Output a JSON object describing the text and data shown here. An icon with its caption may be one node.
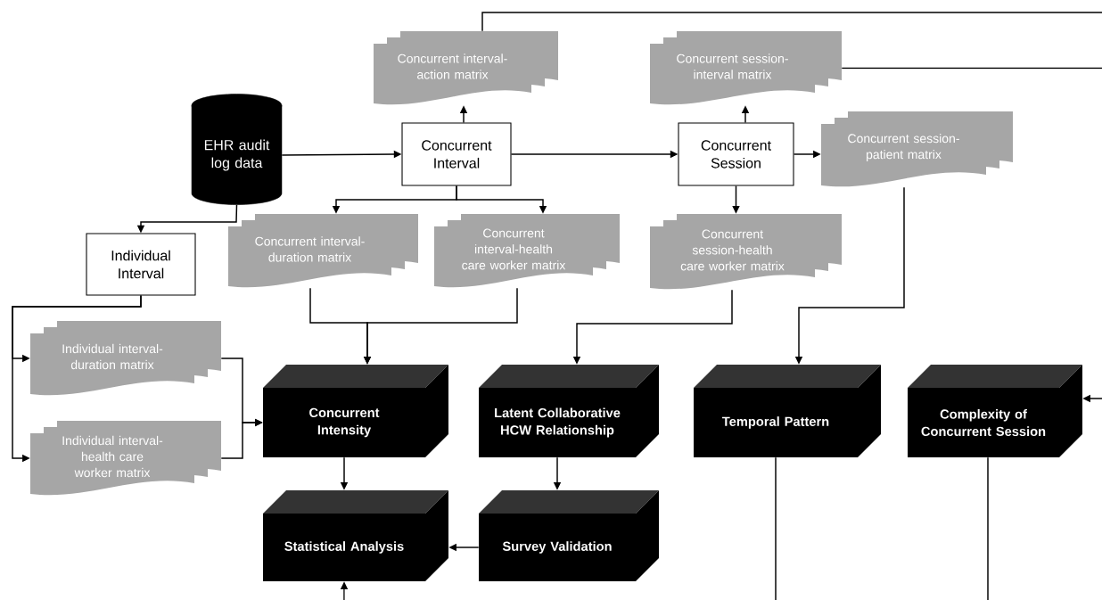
{
  "diagram": {
    "nodes": [
      {
        "text": [
          "EHR audit log data"
        ]
      },
      {
        "text": [
          "Concurrent Interval"
        ]
      },
      {
        "text": [
          "Concurrent interval-action matrix"
        ]
      },
      {
        "text": [
          "Concurrent session-interval matrix"
        ]
      },
      {
        "text": [
          "Concurrent Session"
        ]
      },
      {
        "text": [
          "Concurrent session-patient matrix"
        ]
      },
      {
        "text": [
          "Individual Interval"
        ]
      },
      {
        "text": [
          "Concurrent interval-duration matrix"
        ]
      },
      {
        "text": [
          "Concurrent interval-health care worker matrix"
        ]
      },
      {
        "text": [
          "Concurrent session-health care worker matrix"
        ]
      },
      {
        "text": [
          "Individual interval-duration matrix"
        ]
      },
      {
        "text": [
          "Individual interval-health care worker matrix"
        ]
      },
      {
        "text": [
          "Concurrent Intensity"
        ]
      },
      {
        "text": [
          "Latent Collaborative HCW Relationship"
        ]
      },
      {
        "text": [
          "Temporal Pattern"
        ]
      },
      {
        "text": [
          "Complexity of Concurrent Session"
        ]
      },
      {
        "text": [
          "Statistical Analysis"
        ]
      },
      {
        "text": [
          "Survey Validation"
        ]
      }
    ],
    "edges": [
      {
        "from": 0,
        "to": 1,
        "arrow": "to"
      },
      {
        "from": 1,
        "to": 2,
        "arrow": "to"
      },
      {
        "from": 1,
        "to": 4,
        "arrow": "to"
      },
      {
        "from": 4,
        "to": 3,
        "arrow": "to"
      },
      {
        "from": 4,
        "to": 5,
        "arrow": "to"
      },
      {
        "from": 1,
        "to": 7,
        "arrow": "to"
      },
      {
        "from": 1,
        "to": 8,
        "arrow": "to"
      },
      {
        "from": 4,
        "to": 9,
        "arrow": "to"
      },
      {
        "from": 0,
        "to": 6,
        "arrow": "to"
      },
      {
        "from": 6,
        "to": 10,
        "arrow": "to"
      },
      {
        "from": 6,
        "to": 11,
        "arrow": "to"
      },
      {
        "from": 7,
        "to": 12,
        "arrow": "to"
      },
      {
        "from": 8,
        "to": 12,
        "arrow": "to"
      },
      {
        "from": 10,
        "to": 12,
        "arrow": "to"
      },
      {
        "from": 11,
        "to": 12,
        "arrow": "to"
      },
      {
        "from": 9,
        "to": 13,
        "arrow": "to"
      },
      {
        "from": 5,
        "to": 14,
        "arrow": "to"
      },
      {
        "from": 12,
        "to": 16,
        "arrow": "to"
      },
      {
        "from": 13,
        "to": 17,
        "arrow": "to"
      },
      {
        "from": 17,
        "to": 16,
        "arrow": "to"
      },
      {
        "from": 2,
        "to": null,
        "arrow": "none"
      },
      {
        "from": 3,
        "to": null,
        "arrow": "none"
      },
      {
        "from": 14,
        "to": null,
        "arrow": "none"
      },
      {
        "from": 15,
        "to": null,
        "arrow": "none"
      },
      {
        "from": null,
        "to": 15,
        "arrow": "to"
      },
      {
        "from": null,
        "to": 16,
        "arrow": "to"
      }
    ]
  }
}
